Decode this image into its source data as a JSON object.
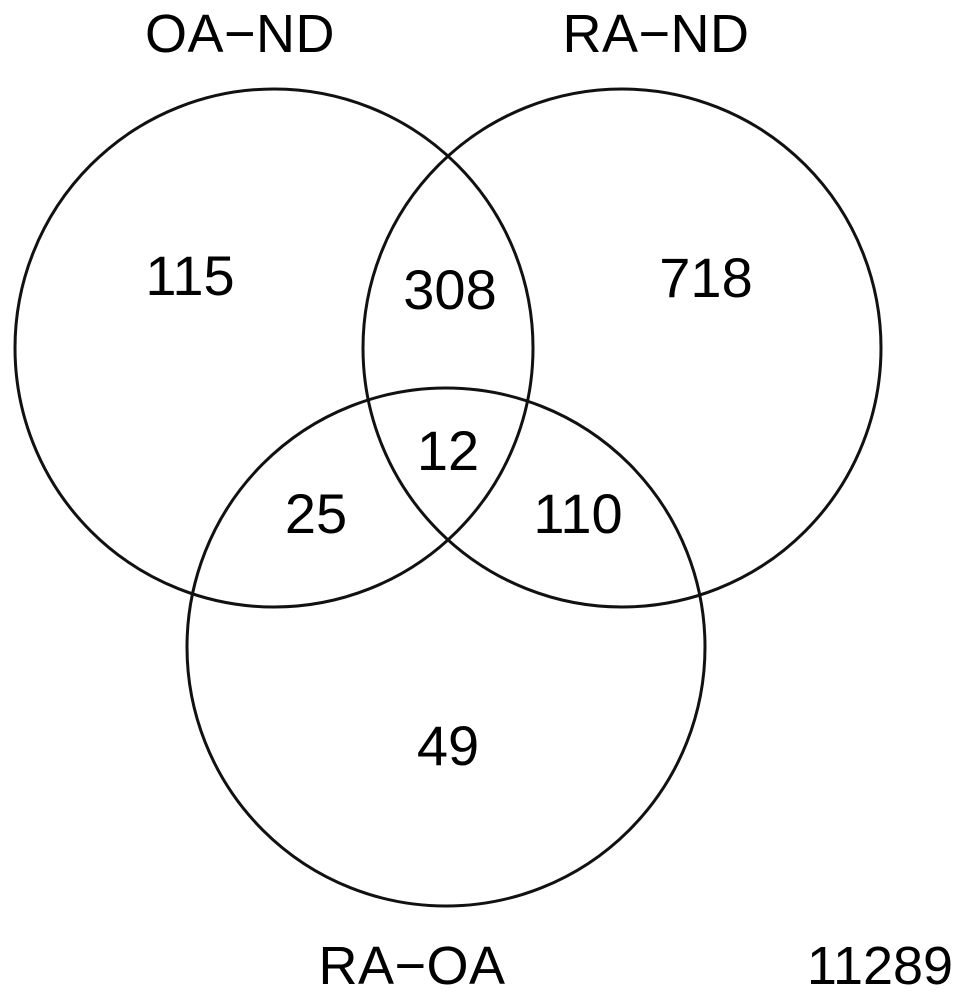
{
  "figure": {
    "type": "venn3",
    "background_color": "#ffffff",
    "stroke_color": "#111111",
    "text_color": "#000000"
  },
  "chart_data": {
    "type": "venn",
    "title": "",
    "xlabel": "",
    "ylabel": "",
    "legend_position": "none",
    "grid": false,
    "sets": [
      {
        "key": "oa_nd",
        "label": "OA−ND",
        "position": "top-left"
      },
      {
        "key": "ra_nd",
        "label": "RA−ND",
        "position": "top-right"
      },
      {
        "key": "ra_oa",
        "label": "RA−OA",
        "position": "bottom-center"
      }
    ],
    "regions": [
      {
        "key": "oa_nd_only",
        "sets": [
          "oa_nd"
        ],
        "value": 115
      },
      {
        "key": "oa_nd_ra_nd",
        "sets": [
          "oa_nd",
          "ra_nd"
        ],
        "value": 308
      },
      {
        "key": "ra_nd_only",
        "sets": [
          "ra_nd"
        ],
        "value": 718
      },
      {
        "key": "oa_nd_ra_nd_ra_oa",
        "sets": [
          "oa_nd",
          "ra_nd",
          "ra_oa"
        ],
        "value": 12
      },
      {
        "key": "oa_nd_ra_oa",
        "sets": [
          "oa_nd",
          "ra_oa"
        ],
        "value": 25
      },
      {
        "key": "ra_nd_ra_oa",
        "sets": [
          "ra_nd",
          "ra_oa"
        ],
        "value": 110
      },
      {
        "key": "ra_oa_only",
        "sets": [
          "ra_oa"
        ],
        "value": 49
      },
      {
        "key": "outside_all",
        "sets": [],
        "value": 11289
      }
    ],
    "values": [
      115,
      308,
      718,
      12,
      25,
      110,
      49,
      11289
    ],
    "categories": [
      "OA−ND only",
      "OA−ND ∩ RA−ND",
      "RA−ND only",
      "OA−ND ∩ RA−ND ∩ RA−OA",
      "OA−ND ∩ RA−OA",
      "RA−ND ∩ RA−OA",
      "RA−OA only",
      "outside all sets"
    ]
  },
  "labels": {
    "set_oa_nd": "OA−ND",
    "set_ra_nd": "RA−ND",
    "set_ra_oa": "RA−OA",
    "outside_total": "11289"
  },
  "counts": {
    "oa_nd_only": "115",
    "oa_nd_ra_nd": "308",
    "ra_nd_only": "718",
    "triple": "12",
    "oa_nd_ra_oa": "25",
    "ra_nd_ra_oa": "110",
    "ra_oa_only": "49"
  }
}
